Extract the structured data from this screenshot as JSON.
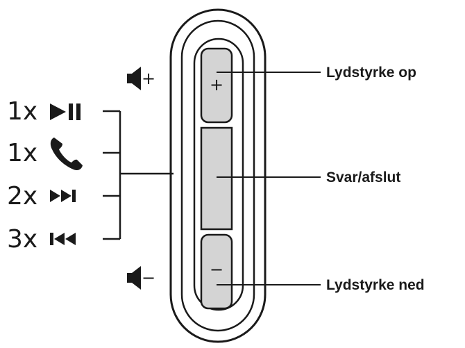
{
  "remote": {
    "buttons": [
      {
        "symbol": "+",
        "label": "Lydstyrke op"
      },
      {
        "symbol": "",
        "label": "Svar/afslut"
      },
      {
        "symbol": "−",
        "label": "Lydstyrke ned"
      }
    ]
  },
  "volume_icons": {
    "up": {
      "icon": "speaker-icon",
      "sign": "+"
    },
    "down": {
      "icon": "speaker-icon",
      "sign": "−"
    }
  },
  "center_actions": [
    {
      "count": "1x",
      "icon": "play-pause-icon"
    },
    {
      "count": "1x",
      "icon": "phone-icon"
    },
    {
      "count": "2x",
      "icon": "next-track-icon"
    },
    {
      "count": "3x",
      "icon": "previous-track-icon"
    }
  ],
  "colors": {
    "button_fill": "#d4d4d4",
    "stroke": "#1a1a1a"
  }
}
